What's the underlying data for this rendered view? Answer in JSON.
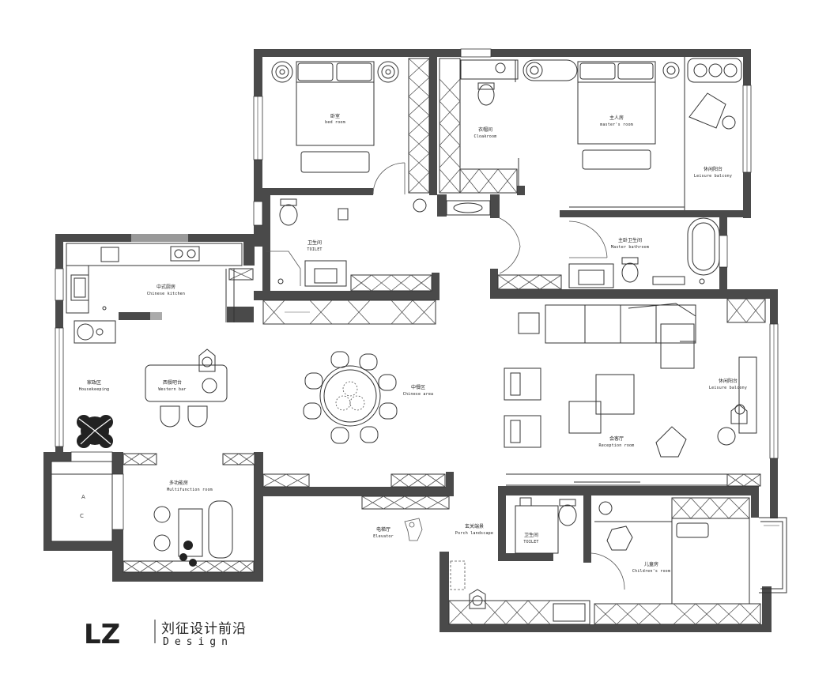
{
  "rooms": {
    "bedroom": {
      "zh": "卧室",
      "en": "bed room"
    },
    "cloakroom": {
      "zh": "衣帽间",
      "en": "Cloakroom"
    },
    "master_room": {
      "zh": "主人房",
      "en": "master's room"
    },
    "leisure_balcony_top": {
      "zh": "休闲阳台",
      "en": "Leisure balcony"
    },
    "toilet_top": {
      "zh": "卫生间",
      "en": "TOILET"
    },
    "master_bathroom": {
      "zh": "主卧卫生间",
      "en": "Master bathroom"
    },
    "chinese_kitchen": {
      "zh": "中式厨房",
      "en": "Chinese kitchen"
    },
    "housekeeping": {
      "zh": "家政区",
      "en": "Housekeeping"
    },
    "western_bar": {
      "zh": "西餐吧台",
      "en": "Western bar"
    },
    "chinese_area": {
      "zh": "中餐区",
      "en": "Chinese area"
    },
    "reception_room": {
      "zh": "会客厅",
      "en": "Reception room"
    },
    "leisure_balcony_right": {
      "zh": "休闲阳台",
      "en": "Leisure balcony"
    },
    "multifunction_room": {
      "zh": "多功能房",
      "en": "Multifunction room"
    },
    "elevator": {
      "zh": "电梯厅",
      "en": "Elevator"
    },
    "porch_landscape": {
      "zh": "玄关端景",
      "en": "Porch landscape"
    },
    "toilet_bottom": {
      "zh": "卫生间",
      "en": "TOILET"
    },
    "childrens_room": {
      "zh": "儿童房",
      "en": "Children's room"
    }
  },
  "logo": {
    "mark": "LZ",
    "chinese": "刘征设计前沿",
    "english": "Design"
  }
}
